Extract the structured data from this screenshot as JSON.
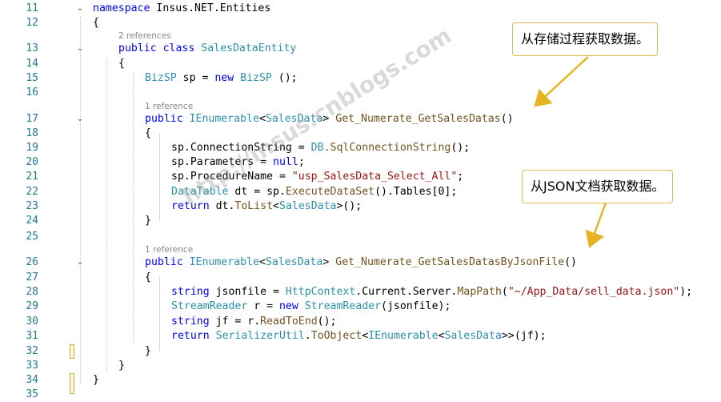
{
  "lines": [
    {
      "n": "11",
      "segments": [
        {
          "t": "namespace",
          "c": "kw"
        },
        {
          "t": " Insus.NET.Entities",
          "c": ""
        }
      ]
    },
    {
      "n": "12",
      "segments": [
        {
          "t": "{",
          "c": ""
        }
      ]
    },
    {
      "n": "13",
      "segments": [
        {
          "t": "public",
          "c": "kw"
        },
        {
          "t": " ",
          "c": ""
        },
        {
          "t": "class",
          "c": "kw"
        },
        {
          "t": " ",
          "c": ""
        },
        {
          "t": "SalesDataEntity",
          "c": "ty"
        }
      ]
    },
    {
      "n": "14",
      "segments": [
        {
          "t": "{",
          "c": ""
        }
      ]
    },
    {
      "n": "15",
      "segments": [
        {
          "t": "BizSP",
          "c": "ty"
        },
        {
          "t": " sp = ",
          "c": ""
        },
        {
          "t": "new",
          "c": "kw"
        },
        {
          "t": " ",
          "c": ""
        },
        {
          "t": "BizSP",
          "c": "ty"
        },
        {
          "t": " ();",
          "c": ""
        }
      ]
    },
    {
      "n": "16",
      "segments": []
    },
    {
      "n": "17",
      "segments": [
        {
          "t": "public",
          "c": "kw"
        },
        {
          "t": " ",
          "c": ""
        },
        {
          "t": "IEnumerable",
          "c": "ty"
        },
        {
          "t": "<",
          "c": ""
        },
        {
          "t": "SalesData",
          "c": "ty"
        },
        {
          "t": "> ",
          "c": ""
        },
        {
          "t": "Get_Numerate_GetSalesDatas",
          "c": "fn"
        },
        {
          "t": "()",
          "c": ""
        }
      ]
    },
    {
      "n": "18",
      "segments": [
        {
          "t": "{",
          "c": ""
        }
      ]
    },
    {
      "n": "19",
      "segments": [
        {
          "t": "sp.ConnectionString = ",
          "c": ""
        },
        {
          "t": "DB",
          "c": "ty"
        },
        {
          "t": ".SqlConnectionString",
          "c": "fn"
        },
        {
          "t": "();",
          "c": ""
        }
      ]
    },
    {
      "n": "20",
      "segments": [
        {
          "t": "sp.Parameters = ",
          "c": ""
        },
        {
          "t": "null",
          "c": "kw"
        },
        {
          "t": ";",
          "c": ""
        }
      ]
    },
    {
      "n": "21",
      "segments": [
        {
          "t": "sp.ProcedureName = ",
          "c": ""
        },
        {
          "t": "\"usp_SalesData_Select_All\"",
          "c": "st"
        },
        {
          "t": ";",
          "c": ""
        }
      ]
    },
    {
      "n": "22",
      "segments": [
        {
          "t": "DataTable",
          "c": "ty"
        },
        {
          "t": " dt = sp.",
          "c": ""
        },
        {
          "t": "ExecuteDataSet",
          "c": "fn"
        },
        {
          "t": "().Tables[0];",
          "c": ""
        }
      ]
    },
    {
      "n": "23",
      "segments": [
        {
          "t": "return",
          "c": "kw"
        },
        {
          "t": " dt.",
          "c": ""
        },
        {
          "t": "ToList",
          "c": "fn"
        },
        {
          "t": "<",
          "c": ""
        },
        {
          "t": "SalesData",
          "c": "ty"
        },
        {
          "t": ">();",
          "c": ""
        }
      ]
    },
    {
      "n": "24",
      "segments": [
        {
          "t": "}",
          "c": ""
        }
      ]
    },
    {
      "n": "25",
      "segments": []
    },
    {
      "n": "26",
      "segments": [
        {
          "t": "public",
          "c": "kw"
        },
        {
          "t": " ",
          "c": ""
        },
        {
          "t": "IEnumerable",
          "c": "ty"
        },
        {
          "t": "<",
          "c": ""
        },
        {
          "t": "SalesData",
          "c": "ty"
        },
        {
          "t": "> ",
          "c": ""
        },
        {
          "t": "Get_Numerate_GetSalesDatasByJsonFile",
          "c": "fn"
        },
        {
          "t": "()",
          "c": ""
        }
      ]
    },
    {
      "n": "27",
      "segments": [
        {
          "t": "{",
          "c": ""
        }
      ]
    },
    {
      "n": "28",
      "segments": [
        {
          "t": "string",
          "c": "kw"
        },
        {
          "t": " jsonfile = ",
          "c": ""
        },
        {
          "t": "HttpContext",
          "c": "ty"
        },
        {
          "t": ".Current.Server.",
          "c": ""
        },
        {
          "t": "MapPath",
          "c": "fn"
        },
        {
          "t": "(",
          "c": ""
        },
        {
          "t": "\"~/App_Data/sell_data.json\"",
          "c": "st"
        },
        {
          "t": ");",
          "c": ""
        }
      ]
    },
    {
      "n": "29",
      "segments": [
        {
          "t": "StreamReader",
          "c": "ty"
        },
        {
          "t": " r = ",
          "c": ""
        },
        {
          "t": "new",
          "c": "kw"
        },
        {
          "t": " ",
          "c": ""
        },
        {
          "t": "StreamReader",
          "c": "ty"
        },
        {
          "t": "(jsonfile);",
          "c": ""
        }
      ]
    },
    {
      "n": "30",
      "segments": [
        {
          "t": "string",
          "c": "kw"
        },
        {
          "t": " jf = r.",
          "c": ""
        },
        {
          "t": "ReadToEnd",
          "c": "fn"
        },
        {
          "t": "();",
          "c": ""
        }
      ]
    },
    {
      "n": "31",
      "segments": [
        {
          "t": "return",
          "c": "kw"
        },
        {
          "t": " ",
          "c": ""
        },
        {
          "t": "SerializerUtil",
          "c": "ty"
        },
        {
          "t": ".",
          "c": ""
        },
        {
          "t": "ToObject",
          "c": "fn"
        },
        {
          "t": "<",
          "c": ""
        },
        {
          "t": "IEnumerable",
          "c": "ty"
        },
        {
          "t": "<",
          "c": ""
        },
        {
          "t": "SalesData",
          "c": "ty"
        },
        {
          "t": ">>(jf);",
          "c": ""
        }
      ]
    },
    {
      "n": "32",
      "segments": [
        {
          "t": "}",
          "c": ""
        }
      ]
    },
    {
      "n": "33",
      "segments": [
        {
          "t": "}",
          "c": ""
        }
      ]
    },
    {
      "n": "34",
      "segments": [
        {
          "t": "}",
          "c": ""
        }
      ]
    },
    {
      "n": "35",
      "segments": []
    }
  ],
  "references": {
    "class_refs": "2 references",
    "method1_refs": "1 reference",
    "method2_refs": "1 reference"
  },
  "callouts": {
    "stored_procedure": "从存储过程获取数据。",
    "json_file": "从JSON文档获取数据。"
  },
  "watermark": "http://insus.cnblogs.com",
  "fold_glyph": "⌄",
  "colors": {
    "keyword": "#0000ff",
    "type": "#2b91af",
    "method": "#74531f",
    "string": "#a31515",
    "line_number": "#237893",
    "callout_border": "#e0b94a",
    "arrow": "#e6b422"
  }
}
